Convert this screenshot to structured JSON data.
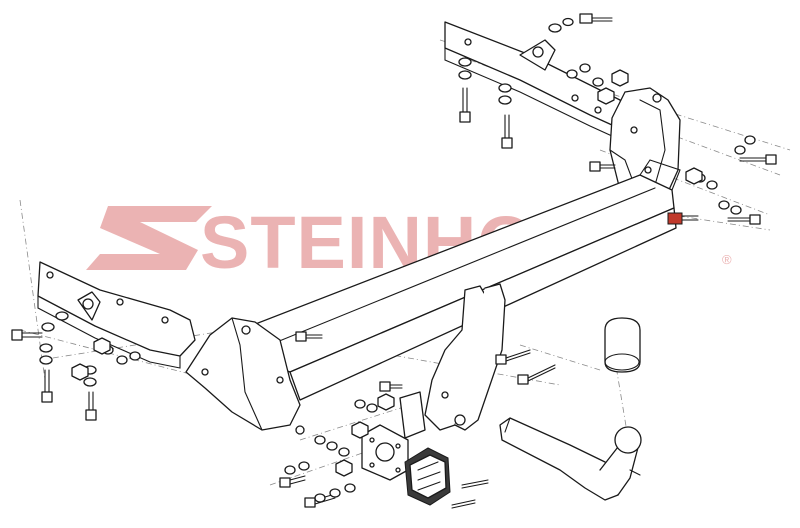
{
  "brand": {
    "name": "STEINHOF",
    "registered_mark": "®",
    "watermark_color": "#e8a6a6"
  },
  "colors": {
    "line": "#1a1a1a",
    "axis": "#8a8a8a",
    "background": "#ffffff",
    "fill_light": "#d9d9d9"
  },
  "components": [
    "left-frame-bracket",
    "right-frame-bracket",
    "crossbar-tube",
    "side-plate-left",
    "side-plate-right",
    "center-support-plate",
    "tow-ball-neck",
    "tow-ball-cap",
    "socket-bracket",
    "electric-socket",
    "bolt-set",
    "washer-set",
    "nut-set"
  ]
}
